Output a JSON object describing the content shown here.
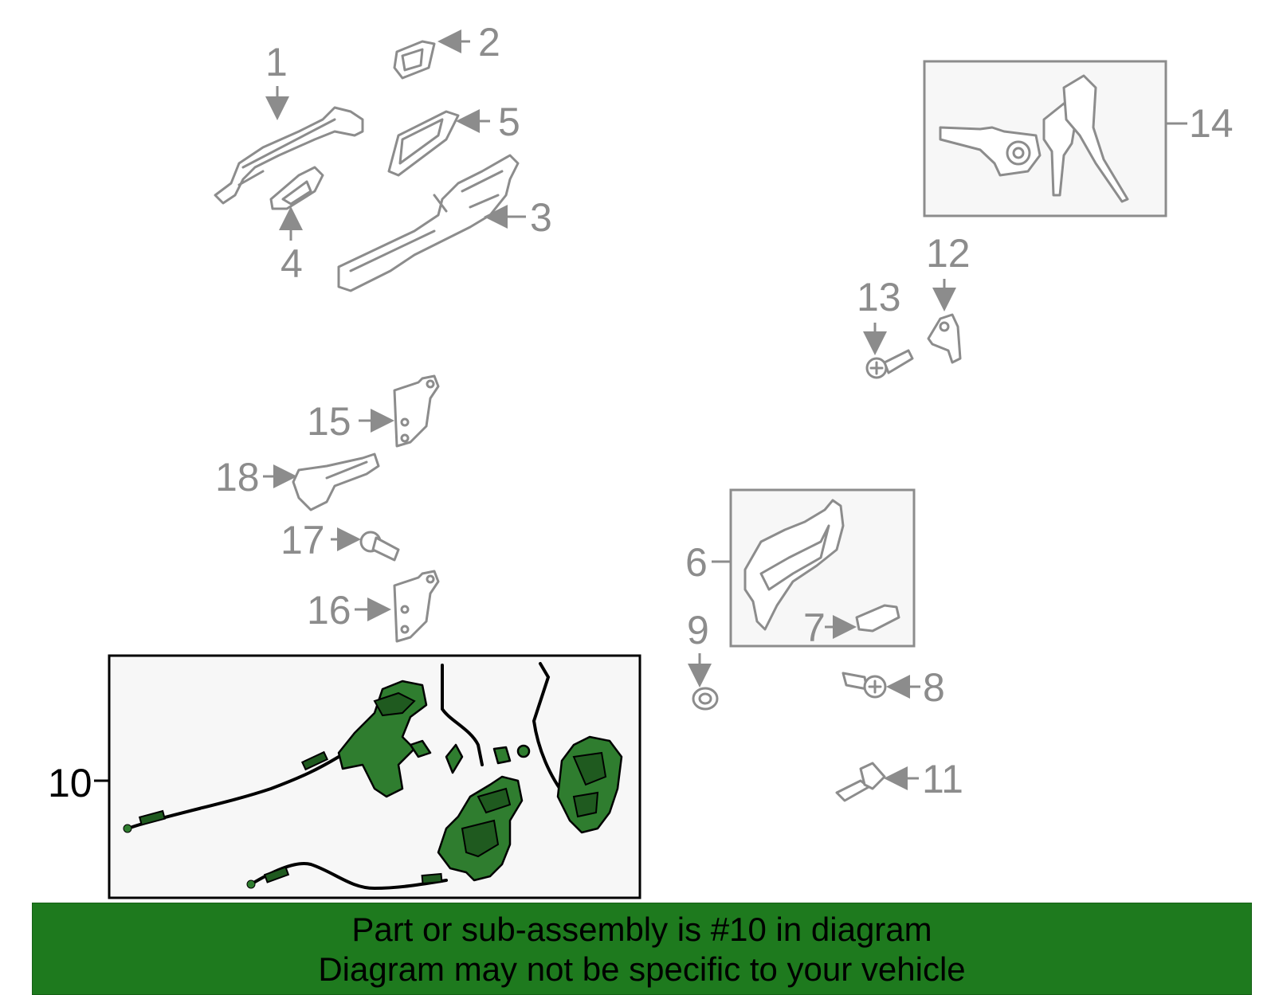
{
  "callouts": {
    "c1": "1",
    "c2": "2",
    "c3": "3",
    "c4": "4",
    "c5": "5",
    "c6": "6",
    "c7": "7",
    "c8": "8",
    "c9": "9",
    "c10": "10",
    "c11": "11",
    "c12": "12",
    "c13": "13",
    "c14": "14",
    "c15": "15",
    "c16": "16",
    "c17": "17",
    "c18": "18"
  },
  "highlighted_part": "10",
  "colors": {
    "highlight_fill": "#2f7d2f",
    "banner_background": "#1e7a1e",
    "callout_gray": "#8c8c8c"
  },
  "banner": {
    "line1": "Part or sub-assembly is #10 in diagram",
    "line2": "Diagram may not be specific to your vehicle"
  }
}
